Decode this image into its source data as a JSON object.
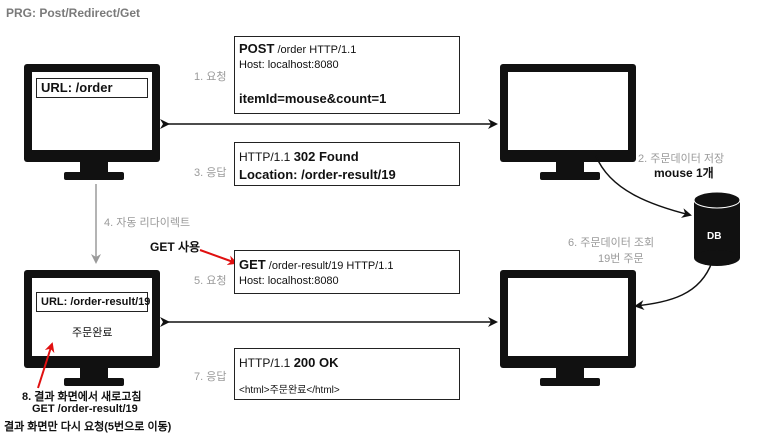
{
  "title": "PRG: Post/Redirect/Get",
  "client_top": {
    "url_label": "URL: /order"
  },
  "client_bottom": {
    "url_label": "URL: /order-result/19",
    "page_text": "주문완료"
  },
  "steps": {
    "s1": "1. 요청",
    "s2a": "2. 주문데이터 저장",
    "s2b": "mouse 1개",
    "s3": "3. 응답",
    "s4": "4. 자동 리다이렉트",
    "s5": "5. 요청",
    "s6a": "6. 주문데이터 조회",
    "s6b": "19번 주문",
    "s7": "7. 응답"
  },
  "req1": {
    "method": "POST",
    "line_rest": " /order HTTP/1.1",
    "host": "Host: localhost:8080",
    "body": "itemId=mouse&count=1"
  },
  "resp1": {
    "line_prefix": "HTTP/1.1 ",
    "status": "302 Found",
    "location": "Location: /order-result/19"
  },
  "req2": {
    "method": "GET",
    "line_rest": " /order-result/19 HTTP/1.1",
    "host": "Host: localhost:8080"
  },
  "resp2": {
    "line_prefix": "HTTP/1.1 ",
    "status": "200 OK",
    "body": "<html>주문완료</html>"
  },
  "db_label": "DB",
  "notes": {
    "get_use": "GET 사용",
    "refresh1": "8. 결과 화면에서 새로고침",
    "refresh2": "GET /order-result/19",
    "refresh3": "결과 화면만 다시 요청(5번으로 이동)"
  }
}
